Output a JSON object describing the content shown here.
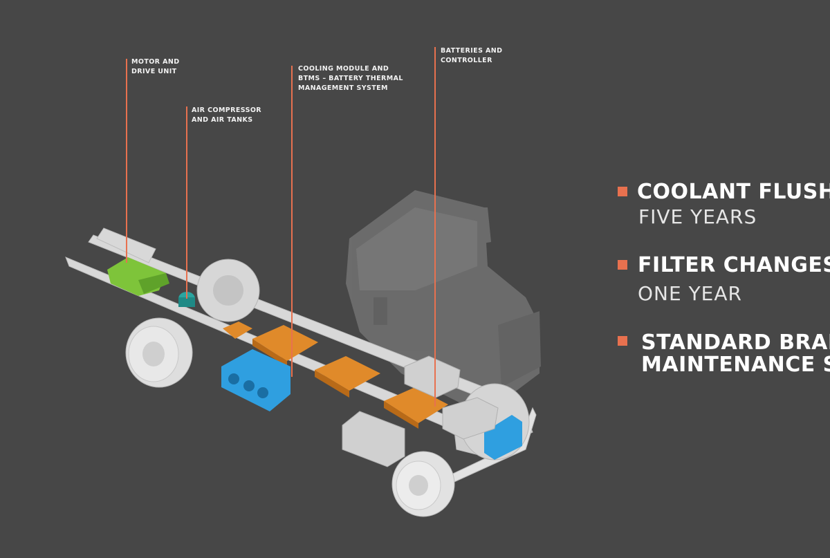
{
  "callouts": [
    {
      "label": "MOTOR AND\nDRIVE UNIT"
    },
    {
      "label": "AIR COMPRESSOR\nAND AIR TANKS"
    },
    {
      "label": "COOLING MODULE AND\nBTMS – BATTERY THERMAL\nMANAGEMENT SYSTEM"
    },
    {
      "label": "BATTERIES AND\nCONTROLLER"
    }
  ],
  "features": [
    {
      "headline": "COOLANT FLUSH",
      "detail": "FIVE YEARS"
    },
    {
      "headline": "FILTER CHANGES",
      "detail": "ONE YEAR"
    },
    {
      "headline": "STANDARD BRAK",
      "headline_line2": "MAINTENANCE S"
    }
  ],
  "colors": {
    "background": "#474747",
    "accent": "#e8714f",
    "motor_green": "#7ec43a",
    "battery_orange": "#e08a2a",
    "cooling_blue": "#2f9fe0"
  }
}
